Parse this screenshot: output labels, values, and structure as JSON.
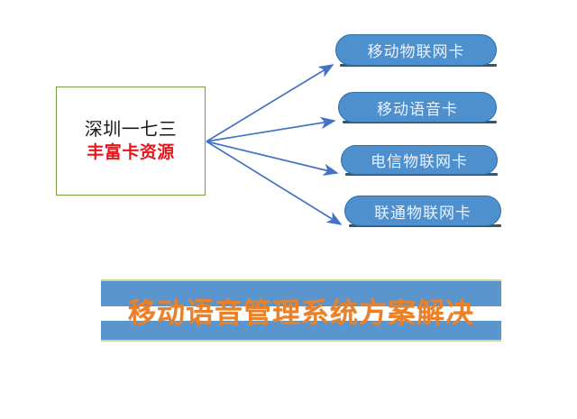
{
  "slide": {
    "source_box": {
      "line1": "深圳一七三",
      "line2": "丰富卡资源",
      "line1_color": "#1a1a1a",
      "line2_color": "#e8161b",
      "border_color": "#7a9a3f"
    },
    "targets": [
      {
        "label": "移动物联网卡"
      },
      {
        "label": "移动语音卡"
      },
      {
        "label": "电信物联网卡"
      },
      {
        "label": "联通物联网卡"
      }
    ],
    "target_style": {
      "fill": "#4e8fce",
      "border": "#2f6fa8",
      "text_color": "#eaf2fb",
      "shadow": "#39556e"
    },
    "connectors": {
      "count": 4,
      "color": "#4472c4",
      "origin": "深圳一七三 丰富卡资源"
    },
    "banner": {
      "text": "移动语音管理系统方案解决",
      "block_color": "#5b95cd",
      "stripe_color": "#ffffff",
      "edge_color": "#c9d89a",
      "text_color": "#e8812a"
    }
  }
}
